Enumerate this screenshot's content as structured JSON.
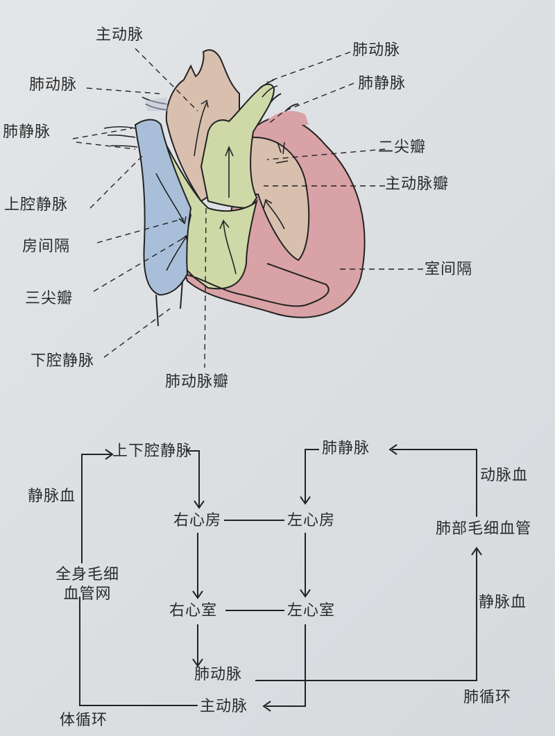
{
  "heart_diagram": {
    "labels": {
      "aorta": "主动脉",
      "pulmonary_artery_left": "肺动脉",
      "pulmonary_vein_left": "肺静脉",
      "superior_vena_cava": "上腔静脉",
      "interatrial_septum": "房间隔",
      "tricuspid_valve": "三尖瓣",
      "inferior_vena_cava": "下腔静脉",
      "pulmonary_valve": "肺动脉瓣",
      "pulmonary_artery_right": "肺动脉",
      "pulmonary_vein_right": "肺静脉",
      "mitral_valve": "二尖瓣",
      "aortic_valve": "主动脉瓣",
      "interventricular_septum": "室间隔"
    },
    "colors": {
      "right_heart_blue": "#a9bfd9",
      "left_heart_red": "#d9a2a6",
      "aorta_tan": "#d8bfae",
      "pulmonary_green": "#cfd9a8",
      "outline": "#222222"
    }
  },
  "circulation_flowchart": {
    "nodes": {
      "venae_cavae": "上下腔静脉",
      "right_atrium": "右心房",
      "right_ventricle": "右心室",
      "pulmonary_artery": "肺动脉",
      "aorta": "主动脉",
      "left_atrium": "左心房",
      "left_ventricle": "左心室",
      "pulmonary_veins": "肺静脉",
      "pulmonary_capillaries": "肺部毛细血管",
      "systemic_capillaries_line1": "全身毛细",
      "systemic_capillaries_line2": "血管网"
    },
    "annotations": {
      "venous_blood_left": "静脉血",
      "arterial_blood_right": "动脉血",
      "venous_blood_right": "静脉血",
      "systemic_circulation": "体循环",
      "pulmonary_circulation": "肺循环"
    }
  }
}
